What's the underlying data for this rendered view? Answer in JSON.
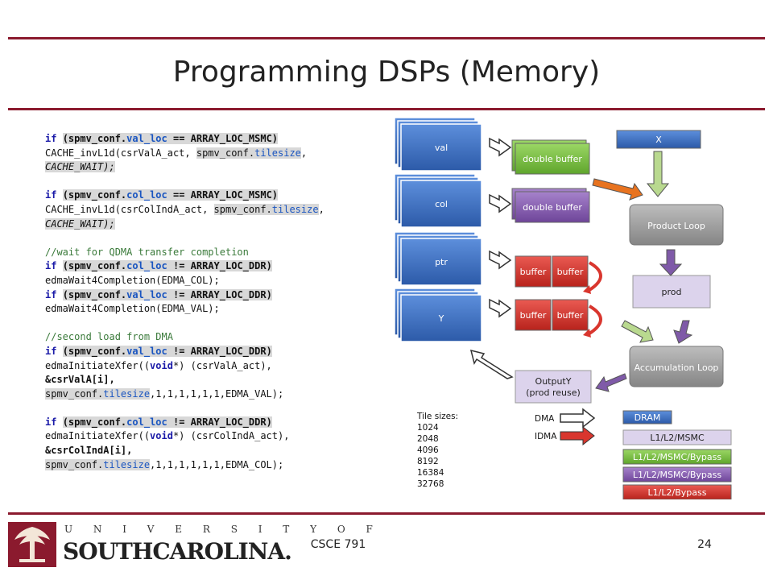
{
  "slide": {
    "title": "Programming DSPs (Memory)",
    "course": "CSCE 791",
    "page_number": "24"
  },
  "logo": {
    "line1": "U N I V E R S I T Y  O F",
    "line2": "SOUTHCAROLINA."
  },
  "code_lines": [
    {
      "text": "if (spmv_conf.val_loc == ARRAY_LOC_MSMC)",
      "style": "cond"
    },
    {
      "text": "CACHE_invL1d(csrValA_act, spmv_conf.tilesize,",
      "style": "plain"
    },
    {
      "text": "CACHE_WAIT);",
      "style": "italic"
    },
    {
      "text": "",
      "style": "blank"
    },
    {
      "text": "if (spmv_conf.col_loc == ARRAY_LOC_MSMC)",
      "style": "cond"
    },
    {
      "text": "CACHE_invL1d(csrColIndA_act, spmv_conf.tilesize,",
      "style": "plain"
    },
    {
      "text": "CACHE_WAIT);",
      "style": "italic"
    },
    {
      "text": "",
      "style": "blank"
    },
    {
      "text": "//wait for QDMA transfer completion",
      "style": "comment"
    },
    {
      "text": "if (spmv_conf.col_loc != ARRAY_LOC_DDR)",
      "style": "cond"
    },
    {
      "text": "edmaWait4Completion(EDMA_COL);",
      "style": "plain"
    },
    {
      "text": "if (spmv_conf.val_loc != ARRAY_LOC_DDR)",
      "style": "cond"
    },
    {
      "text": "edmaWait4Completion(EDMA_VAL);",
      "style": "plain"
    },
    {
      "text": "",
      "style": "blank"
    },
    {
      "text": "//second load from DMA",
      "style": "comment"
    },
    {
      "text": "if (spmv_conf.val_loc != ARRAY_LOC_DDR)",
      "style": "cond"
    },
    {
      "text": "edmaInitiateXfer((void*) (csrValA_act),",
      "style": "plain"
    },
    {
      "text": "&csrValA[i],",
      "style": "bold"
    },
    {
      "text": "spmv_conf.tilesize,1,1,1,1,1,1,EDMA_VAL);",
      "style": "plain"
    },
    {
      "text": "",
      "style": "blank"
    },
    {
      "text": "if (spmv_conf.col_loc != ARRAY_LOC_DDR)",
      "style": "cond"
    },
    {
      "text": "edmaInitiateXfer((void*) (csrColIndA_act),",
      "style": "plain"
    },
    {
      "text": "&csrColIndA[i],",
      "style": "bold"
    },
    {
      "text": "spmv_conf.tilesize,1,1,1,1,1,1,EDMA_COL);",
      "style": "plain"
    }
  ],
  "diagram": {
    "inputs": [
      "val",
      "col",
      "ptr",
      "Y"
    ],
    "double_buffer_1": "double buffer",
    "double_buffer_2": "double buffer",
    "buffer_label": "buffer",
    "x_label": "X",
    "product_loop": "Product Loop",
    "prod": "prod",
    "accumulation_loop": "Accumulation Loop",
    "output_line1": "OutputY",
    "output_line2": "(prod reuse)",
    "tile_sizes_title": "Tile sizes:",
    "tile_sizes": [
      "1024",
      "2048",
      "4096",
      "8192",
      "16384",
      "32768"
    ],
    "legend_dma": "DMA",
    "legend_idma": "IDMA",
    "legend_dram": "DRAM",
    "legend_msmc": "L1/L2/MSMC",
    "legend_msmc_bypass_green": "L1/L2/MSMC/Bypass",
    "legend_msmc_bypass_purple": "L1/L2/MSMC/Bypass",
    "legend_bypass": "L1/L2/Bypass"
  },
  "colors": {
    "rule": "#8b1a2e",
    "blue": "#3b6fc4",
    "green": "#7cc242",
    "purple": "#8a5fb5",
    "red": "#d9362e",
    "grey": "#9a9a9a",
    "lavender": "#dcd3ec"
  }
}
